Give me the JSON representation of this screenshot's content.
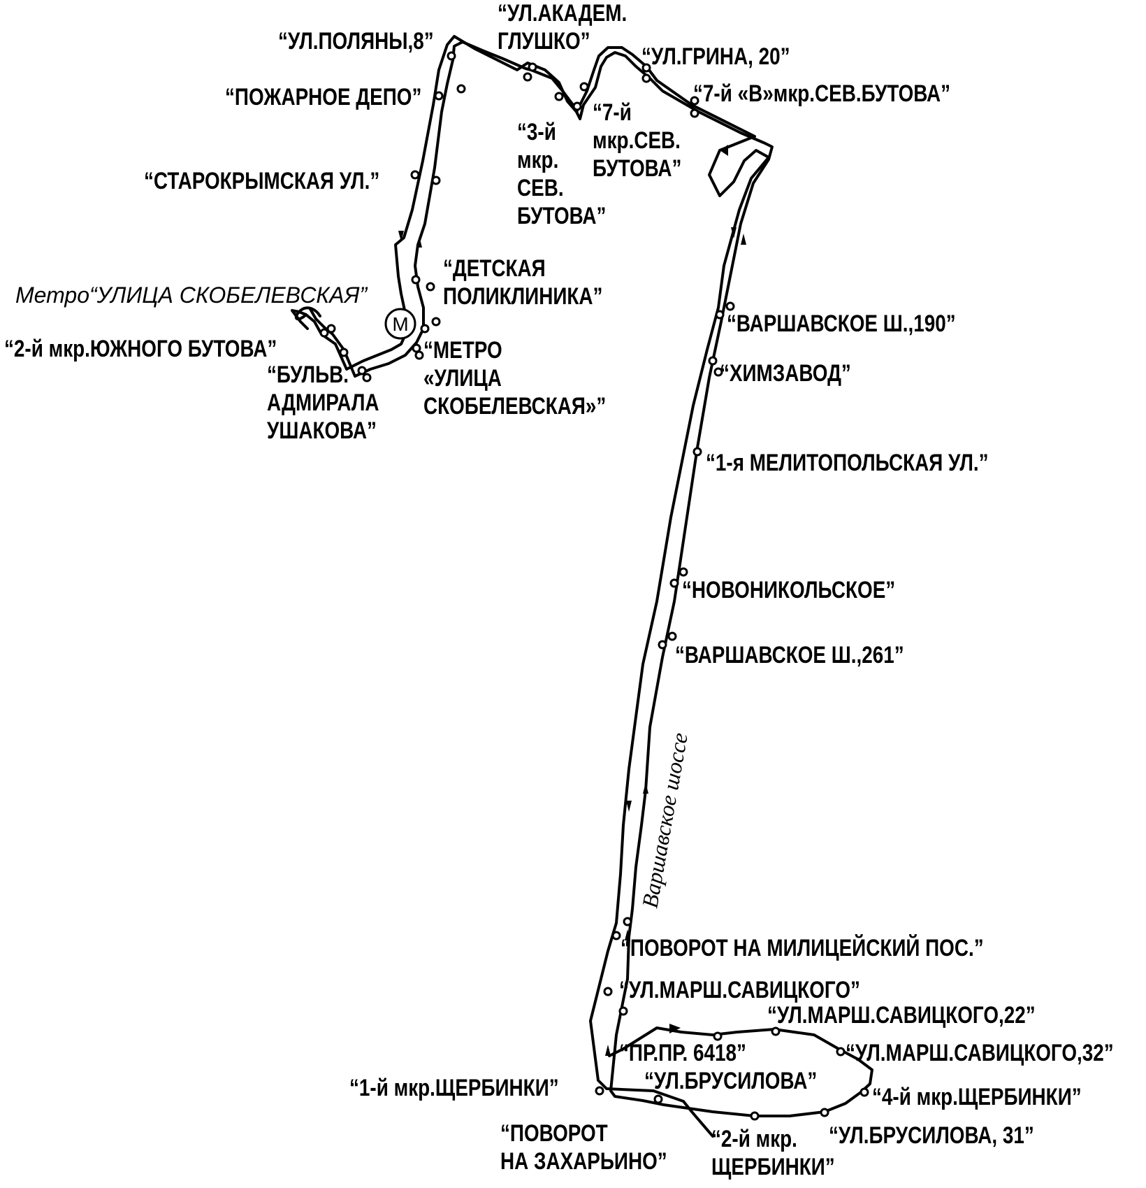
{
  "metro_symbol": "М",
  "metro_label": "Метро“УЛИЦА СКОБЕЛЕВСКАЯ”",
  "road_label": "Варшавское шоссе",
  "stops": [
    {
      "id": "poliany",
      "lines": [
        "“УЛ.ПОЛЯНЫ,8”"
      ]
    },
    {
      "id": "glushko",
      "lines": [
        "“УЛ.АКАДЕМ.",
        "ГЛУШКО”"
      ]
    },
    {
      "id": "grina",
      "lines": [
        "“УЛ.ГРИНА, 20”"
      ]
    },
    {
      "id": "7v",
      "lines": [
        "“7-й «В»мкр.СЕВ.БУТОВА”"
      ]
    },
    {
      "id": "depo",
      "lines": [
        "“ПОЖАРНОЕ ДЕПО”"
      ]
    },
    {
      "id": "3mkr",
      "lines": [
        "“3-й",
        "мкр.",
        "СЕВ.",
        "БУТОВА”"
      ]
    },
    {
      "id": "7mkr",
      "lines": [
        "“7-й",
        "мкр.СЕВ.",
        "БУТОВА”"
      ]
    },
    {
      "id": "starokrym",
      "lines": [
        "“СТАРОКРЫМСКАЯ УЛ.”"
      ]
    },
    {
      "id": "poliklinika",
      "lines": [
        "“ДЕТСКАЯ",
        "ПОЛИКЛИНИКА”"
      ]
    },
    {
      "id": "2mkr_yu",
      "lines": [
        "“2-й мкр.ЮЖНОГО БУТОВА”"
      ]
    },
    {
      "id": "metro_stop",
      "lines": [
        "“МЕТРО",
        "«УЛИЦА",
        "СКОБЕЛЕВСКАЯ»”"
      ]
    },
    {
      "id": "ushakova",
      "lines": [
        "“БУЛЬВ.",
        "АДМИРАЛА",
        "УШАКОВА”"
      ]
    },
    {
      "id": "v190",
      "lines": [
        "“ВАРШАВСКОЕ Ш.,190”"
      ]
    },
    {
      "id": "khimzavod",
      "lines": [
        "“ХИМЗАВОД”"
      ]
    },
    {
      "id": "melitop",
      "lines": [
        "“1-я МЕЛИТОПОЛЬСКАЯ УЛ.”"
      ]
    },
    {
      "id": "novonik",
      "lines": [
        "“НОВОНИКОЛЬСКОЕ”"
      ]
    },
    {
      "id": "v261",
      "lines": [
        "“ВАРШАВСКОЕ Ш.,261”"
      ]
    },
    {
      "id": "milits",
      "lines": [
        "“ПОВОРОТ НА МИЛИЦЕЙСКИЙ ПОС.”"
      ]
    },
    {
      "id": "savitsk",
      "lines": [
        "“УЛ.МАРШ.САВИЦКОГО”"
      ]
    },
    {
      "id": "savitsk22",
      "lines": [
        "“УЛ.МАРШ.САВИЦКОГО,22”"
      ]
    },
    {
      "id": "pr6418",
      "lines": [
        "“ПР.ПР. 6418”"
      ]
    },
    {
      "id": "savitsk32",
      "lines": [
        "“УЛ.МАРШ.САВИЦКОГО,32”"
      ]
    },
    {
      "id": "brusilova",
      "lines": [
        "“УЛ.БРУСИЛОВА”"
      ]
    },
    {
      "id": "1mkr_shch",
      "lines": [
        "“1-й мкр.ЩЕРБИНКИ”"
      ]
    },
    {
      "id": "4mkr_shch",
      "lines": [
        "“4-й мкр.ЩЕРБИНКИ”"
      ]
    },
    {
      "id": "zakharino",
      "lines": [
        "“ПОВОРОТ",
        "НА ЗАХАРЬИНО”"
      ]
    },
    {
      "id": "2mkr_shch",
      "lines": [
        "“2-й мкр.",
        "ЩЕРБИНКИ”"
      ]
    },
    {
      "id": "brusilova31",
      "lines": [
        "“УЛ.БРУСИЛОВА, 31”"
      ]
    }
  ]
}
